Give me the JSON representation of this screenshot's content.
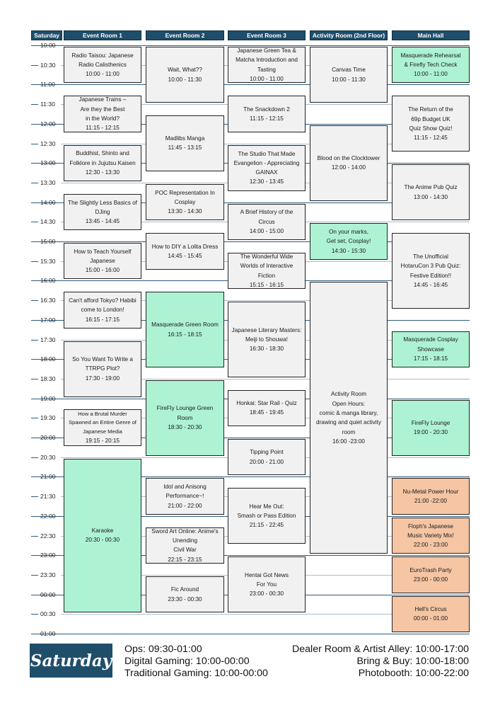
{
  "day": "Saturday",
  "columns": [
    "Event Room 1",
    "Event Room 2",
    "Event Room 3",
    "Activity Room (2nd Floor)",
    "Main Hall"
  ],
  "times": [
    "10:00",
    "10:30",
    "11:00",
    "11:30",
    "12:00",
    "12:30",
    "13:00",
    "13:30",
    "14:00",
    "14:30",
    "15:00",
    "15:30",
    "16:00",
    "16:30",
    "17:00",
    "17:30",
    "18:00",
    "18:30",
    "19:00",
    "19:30",
    "20:00",
    "20:30",
    "21:00",
    "21:30",
    "22:00",
    "22:30",
    "23:00",
    "23:30",
    "00:00",
    "00:30",
    "01:00"
  ],
  "events": [
    {
      "col": 0,
      "start": "10:00",
      "end": "11:00",
      "color": "grey",
      "title": "Radio Taisou: Japanese\nRadio Calisthenics",
      "time": "10:00 - 11:00"
    },
    {
      "col": 0,
      "start": "11:15",
      "end": "12:15",
      "color": "grey",
      "title": "Japanese Trains –\nAre they the Best\nin the World?",
      "time": "11:15 - 12:15"
    },
    {
      "col": 0,
      "start": "12:30",
      "end": "13:30",
      "color": "grey",
      "title": "Buddhist, Shinto and\nFolklore in Jujutsu Kaisen",
      "time": "12:30 - 13:30"
    },
    {
      "col": 0,
      "start": "13:45",
      "end": "14:45",
      "color": "grey",
      "title": "The Slightly Less Basics of\nDJing",
      "time": "13:45 - 14:45"
    },
    {
      "col": 0,
      "start": "15:00",
      "end": "16:00",
      "color": "grey",
      "title": "How to Teach Yourself\nJapanese",
      "time": "15:00 - 16:00"
    },
    {
      "col": 0,
      "start": "16:15",
      "end": "17:15",
      "color": "grey",
      "title": "Can't afford Tokyo? Habibi\ncome to London!",
      "time": "16:15 - 17:15"
    },
    {
      "col": 0,
      "start": "17:30",
      "end": "19:00",
      "color": "grey",
      "title": "So You Want To Write a\nTTRPG Plot?",
      "time": "17:30 - 19:00"
    },
    {
      "col": 0,
      "start": "19:15",
      "end": "20:15",
      "color": "grey",
      "title": "How a Brutal Murder\nSpawned an Entire Genre of\nJapanese Media",
      "time": "19:15 - 20:15"
    },
    {
      "col": 0,
      "start": "20:30",
      "end": "00:30",
      "color": "green",
      "title": "Karaoke",
      "time": "20:30 - 00:30"
    },
    {
      "col": 1,
      "start": "10:00",
      "end": "11:30",
      "color": "grey",
      "title": "Wait, What??",
      "time": "10:00 - 11:30"
    },
    {
      "col": 1,
      "start": "11:45",
      "end": "13:15",
      "color": "grey",
      "title": "Madlibs Manga",
      "time": "11:45 - 13:15"
    },
    {
      "col": 1,
      "start": "13:30",
      "end": "14:30",
      "color": "grey",
      "title": "POC Representation In\nCosplay",
      "time": "13:30 - 14:30"
    },
    {
      "col": 1,
      "start": "14:45",
      "end": "15:45",
      "color": "grey",
      "title": "How to DIY a Lolita Dress",
      "time": "14:45 - 15:45"
    },
    {
      "col": 1,
      "start": "16:15",
      "end": "18:15",
      "color": "green",
      "title": "Masquerade Green Room",
      "time": "16:15 - 18:15"
    },
    {
      "col": 1,
      "start": "18:30",
      "end": "20:30",
      "color": "green",
      "title": "FireFly Lounge Green\nRoom",
      "time": "18:30 - 20:30"
    },
    {
      "col": 1,
      "start": "21:00",
      "end": "22:00",
      "color": "grey",
      "title": "Idol and Anisong\nPerformance~!",
      "time": "21:00 - 22:00"
    },
    {
      "col": 1,
      "start": "22:15",
      "end": "23:15",
      "color": "grey",
      "title": "Sword Art Online: Anime's\nUnending\nCivil War",
      "time": "22:15 - 23:15"
    },
    {
      "col": 1,
      "start": "23:30",
      "end": "00:30",
      "color": "grey",
      "title": "Fic Around",
      "time": "23:30 - 00:30"
    },
    {
      "col": 2,
      "start": "10:00",
      "end": "11:00",
      "color": "grey",
      "title": "Japanese Green Tea &\nMatcha Introduction and\nTasting",
      "time": "10:00 - 11:00"
    },
    {
      "col": 2,
      "start": "11:15",
      "end": "12:15",
      "color": "grey",
      "title": "The Snackdown 2",
      "time": "11:15 - 12:15"
    },
    {
      "col": 2,
      "start": "12:30",
      "end": "13:45",
      "color": "grey",
      "title": "The Studio That Made\nEvangelion - Appreciating\nGAINAX",
      "time": "12:30 - 13:45"
    },
    {
      "col": 2,
      "start": "14:00",
      "end": "15:00",
      "color": "grey",
      "title": "A Brief History of the\nCircus",
      "time": "14:00 - 15:00"
    },
    {
      "col": 2,
      "start": "15:15",
      "end": "16:15",
      "color": "grey",
      "title": "The Wonderful Wide\nWorlds of Interactive\nFiction",
      "time": "15:15 - 16:15"
    },
    {
      "col": 2,
      "start": "16:30",
      "end": "18:30",
      "color": "grey",
      "title": "Japanese Literary Masters:\nMeiji to Shouwa!",
      "time": "16:30 - 18:30"
    },
    {
      "col": 2,
      "start": "18:45",
      "end": "19:45",
      "color": "grey",
      "title": "Honkai: Star Rail - Quiz",
      "time": "18:45 - 19:45"
    },
    {
      "col": 2,
      "start": "20:00",
      "end": "21:00",
      "color": "grey",
      "title": "Tipping Point",
      "time": "20:00 - 21:00"
    },
    {
      "col": 2,
      "start": "21:15",
      "end": "22:45",
      "color": "grey",
      "title": "Hear Me Out:\nSmash or Pass Edition",
      "time": "21:15 - 22:45"
    },
    {
      "col": 2,
      "start": "23:00",
      "end": "00:30",
      "color": "grey",
      "title": "Hentai Got News\nFor You",
      "time": "23:00 - 00:30"
    },
    {
      "col": 3,
      "start": "10:00",
      "end": "11:30",
      "color": "grey",
      "title": "Canvas Time",
      "time": "10:00 - 11:30"
    },
    {
      "col": 3,
      "start": "12:00",
      "end": "14:00",
      "color": "grey",
      "title": "Blood on the Clocktower",
      "time": "12:00 - 14:00"
    },
    {
      "col": 3,
      "start": "14:30",
      "end": "15:30",
      "color": "green",
      "title": "On your marks,\nGet set, Cosplay!",
      "time": "14:30 - 15:30"
    },
    {
      "col": 3,
      "start": "16:00",
      "end": "23:00",
      "color": "grey",
      "title": "Activity Room\nOpen Hours:\ncomic & manga library,\ndrawing and quiet activity\nroom",
      "time": "16:00 -23:00"
    },
    {
      "col": 4,
      "start": "10:00",
      "end": "11:00",
      "color": "green",
      "title": "Masquerade Rehearsal\n& Firefly Tech Check",
      "time": "10:00 - 11:00"
    },
    {
      "col": 4,
      "start": "11:15",
      "end": "12:45",
      "color": "grey",
      "title": "The Return of the\n69p Budget UK\nQuiz Show Quiz!",
      "time": "11:15 - 12:45"
    },
    {
      "col": 4,
      "start": "13:00",
      "end": "14:30",
      "color": "grey",
      "title": "The Anime Pub Quiz",
      "time": "13:00 - 14:30"
    },
    {
      "col": 4,
      "start": "14:45",
      "end": "16:45",
      "color": "grey",
      "title": "The Unofficial\nHotaruCon 3 Pub Quiz:\nFestive Edition!!",
      "time": "14:45 - 16:45"
    },
    {
      "col": 4,
      "start": "17:15",
      "end": "18:15",
      "color": "green",
      "title": "Masquerade  Cosplay\nShowcase",
      "time": "17:15 - 18:15"
    },
    {
      "col": 4,
      "start": "19:00",
      "end": "20:30",
      "color": "green",
      "title": "FireFly Lounge",
      "time": "19:00 - 20:30"
    },
    {
      "col": 4,
      "start": "21:00",
      "end": "22:00",
      "color": "orange",
      "title": "Nu-Metal Power Hour",
      "time": "21:00 -22:00"
    },
    {
      "col": 4,
      "start": "22:00",
      "end": "23:00",
      "color": "orange",
      "title": "Floph's Japanese\nMusic Variety Mix!",
      "time": "22:00 - 23:00"
    },
    {
      "col": 4,
      "start": "23:00",
      "end": "00:00",
      "color": "orange",
      "title": "EuroTrash Party",
      "time": "23:00 - 00:00"
    },
    {
      "col": 4,
      "start": "00:00",
      "end": "01:00",
      "color": "orange",
      "title": "Hell's Circus",
      "time": "00:00 - 01:00"
    }
  ],
  "footer": {
    "logo_text": "Saturday",
    "left": [
      "Ops: 09:30-01:00",
      "Digital Gaming: 10:00-00:00",
      "Traditional Gaming: 10:00-00:00"
    ],
    "right": [
      "Dealer Room & Artist Alley: 10:00-17:00",
      "Bring & Buy: 10:00-18:00",
      "Photobooth: 10:00-22:00"
    ]
  }
}
